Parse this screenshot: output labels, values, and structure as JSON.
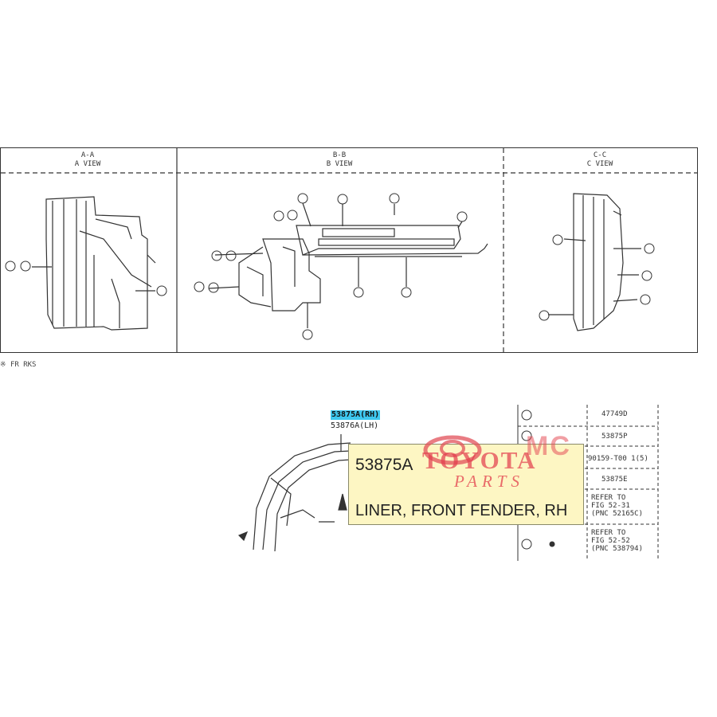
{
  "views": [
    {
      "line1": "A-A",
      "line2": "A VIEW"
    },
    {
      "line1": "B-B",
      "line2": "B VIEW"
    },
    {
      "line1": "C-C",
      "line2": "C VIEW"
    }
  ],
  "ref_note": "※ FR  RKS",
  "part": {
    "highlight_code": "53875A(RH)",
    "other_code": "53876A(LH)"
  },
  "ref_table": {
    "codes": [
      "47749D",
      "53875P",
      "90159-T00 1(5)",
      "53875E"
    ],
    "refer_1": [
      "REFER TO",
      "FIG 52-31",
      "(PNC 52165C)"
    ],
    "refer_2": [
      "REFER TO",
      "FIG 52-52",
      "(PNC 538794)"
    ]
  },
  "tooltip": {
    "code": "53875A",
    "description": "LINER, FRONT FENDER, RH"
  },
  "watermark": {
    "mc": "MC",
    "brand": "TOYOTA",
    "sub": "PARTS",
    "color": "#e2505a"
  }
}
